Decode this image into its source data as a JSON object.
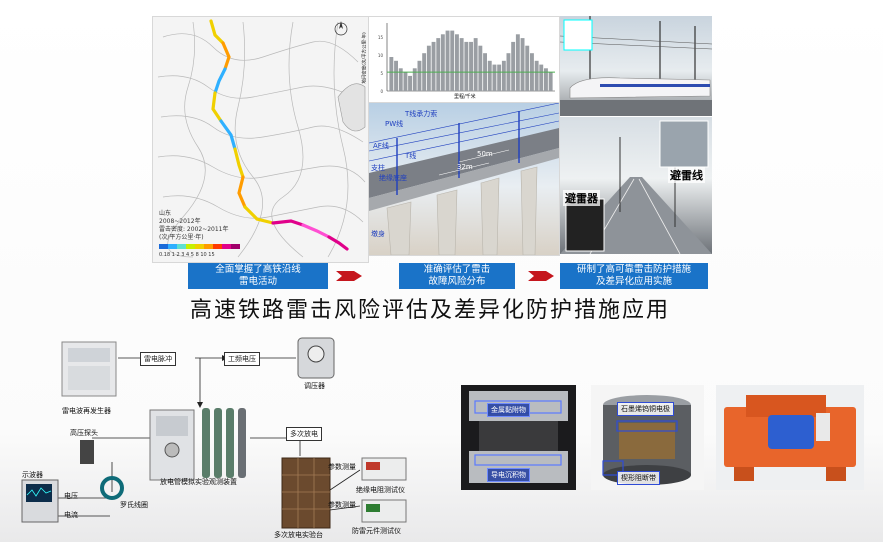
{
  "map": {
    "legend_lines": [
      "山东",
      "2008~2012年",
      "雷击密度: 2002~2011年",
      "(次/平方公里·年)"
    ],
    "scale_ticks": "0.18  1  2  3  4  5  8  10  15"
  },
  "chart": {
    "ylabel": "地闪密度(次/平方公里·年)",
    "xlabel": "里程/千米",
    "bars": [
      9,
      8,
      6,
      5,
      4,
      6,
      8,
      10,
      12,
      13,
      14,
      15,
      16,
      16,
      15,
      14,
      13,
      13,
      14,
      12,
      10,
      8,
      7,
      7,
      8,
      10,
      13,
      15,
      14,
      12,
      10,
      8,
      7,
      6,
      5
    ],
    "threshold": 5
  },
  "viaduct_labels": {
    "pw": "PW线",
    "t_messenger": "T线承力索",
    "af": "AF线",
    "t": "T线",
    "pillar": "支柱",
    "insulator": "绝缘底座",
    "span50": "50m",
    "span32": "32m",
    "pier": "墩身"
  },
  "photo_labels": {
    "arrester": "避雷器",
    "lightning_wire": "避雷线"
  },
  "steps": [
    "全面掌握了高铁沿线\n雷电活动",
    "准确评估了雷击\n故障风险分布",
    "研制了高可靠雷击防护措施\n及差异化应用实施"
  ],
  "title": "高速铁路雷击风险评估及差异化防护措施应用",
  "schematic": {
    "gen": "雷电波再发生器",
    "pulse_label": "雷电脉冲",
    "power_label": "工频电压",
    "regulator": "调压器",
    "probe": "高压探头",
    "osc": "示波器",
    "voltage": "电压",
    "current": "电流",
    "coil": "罗氏线圈",
    "apparatus": "放电管模拟实验观测装置",
    "multi_discharge": "多次放电",
    "measure1": "参数测量",
    "measure2": "参数测量",
    "tester1": "绝缘电阻测试仪",
    "tester2": "防雷元件测试仪",
    "platform": "多次放电实验台"
  },
  "tags": {
    "metal_adhesion": "金属黏附物",
    "conductive_deposit": "导电沉积物",
    "graphite_electrode": "石墨烯钨铜电极",
    "wedge_block": "楔形阻断带"
  },
  "colors": {
    "step_blue": "#1a73c8",
    "arrow_red": "#c5161d"
  }
}
